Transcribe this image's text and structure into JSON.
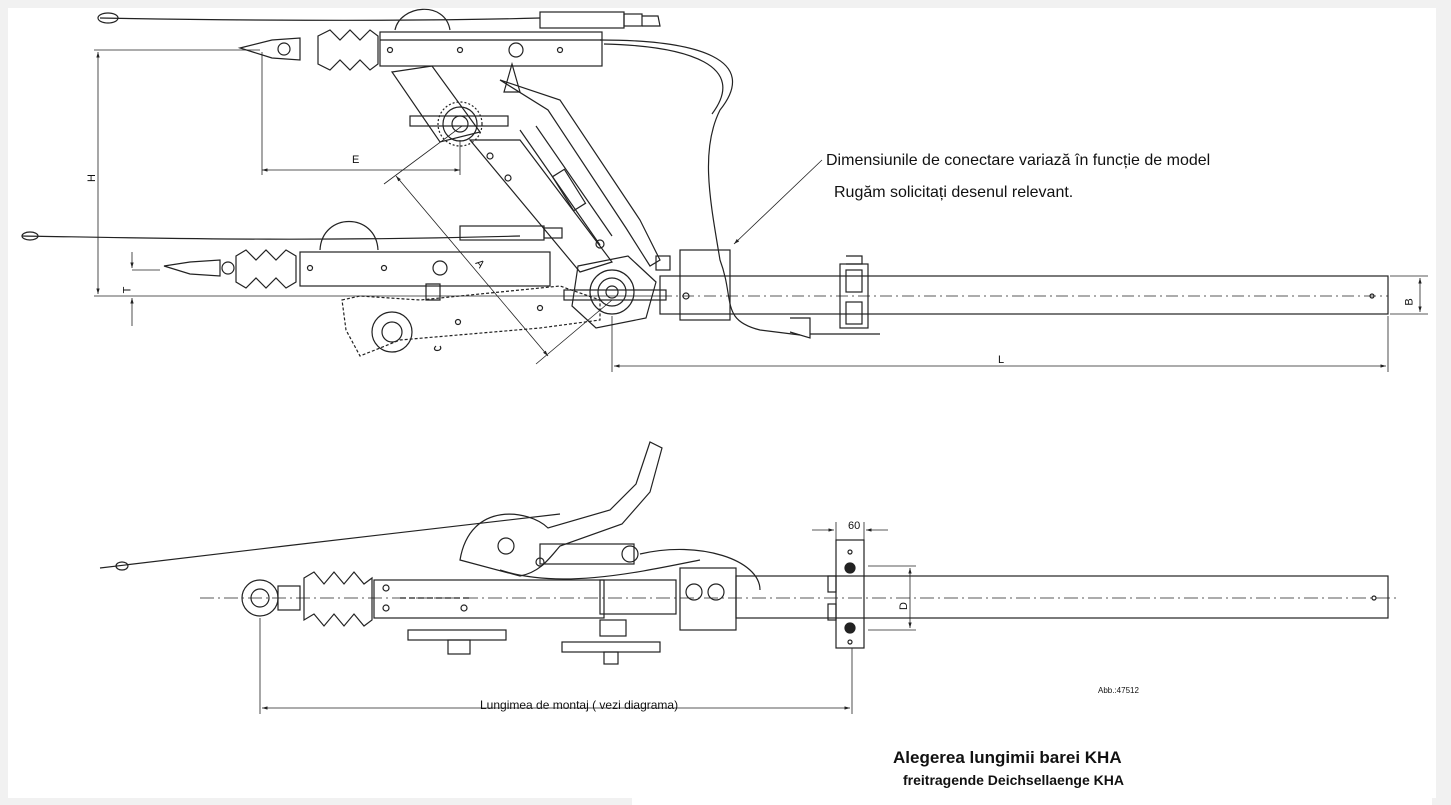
{
  "notes": {
    "connection_dims": "Dimensiunile de conectare variază în funcție de model",
    "request_drawing": "Rugăm solicitați desenul relevant."
  },
  "dimensions": {
    "E": "E",
    "H": "H",
    "T": "T",
    "A": "A",
    "L": "L",
    "B": "B",
    "D": "D",
    "width_60": "60",
    "mounting_length": "Lungimea de montaj ( vezi diagrama)"
  },
  "figure_ref": "Abb.:47512",
  "table": {
    "title": "Alegerea lungimii barei KHA",
    "subtitle": "freitragende Deichsellaenge KHA"
  },
  "colors": {
    "line": "#222222",
    "background": "#ffffff",
    "page": "#f1f1f1"
  }
}
